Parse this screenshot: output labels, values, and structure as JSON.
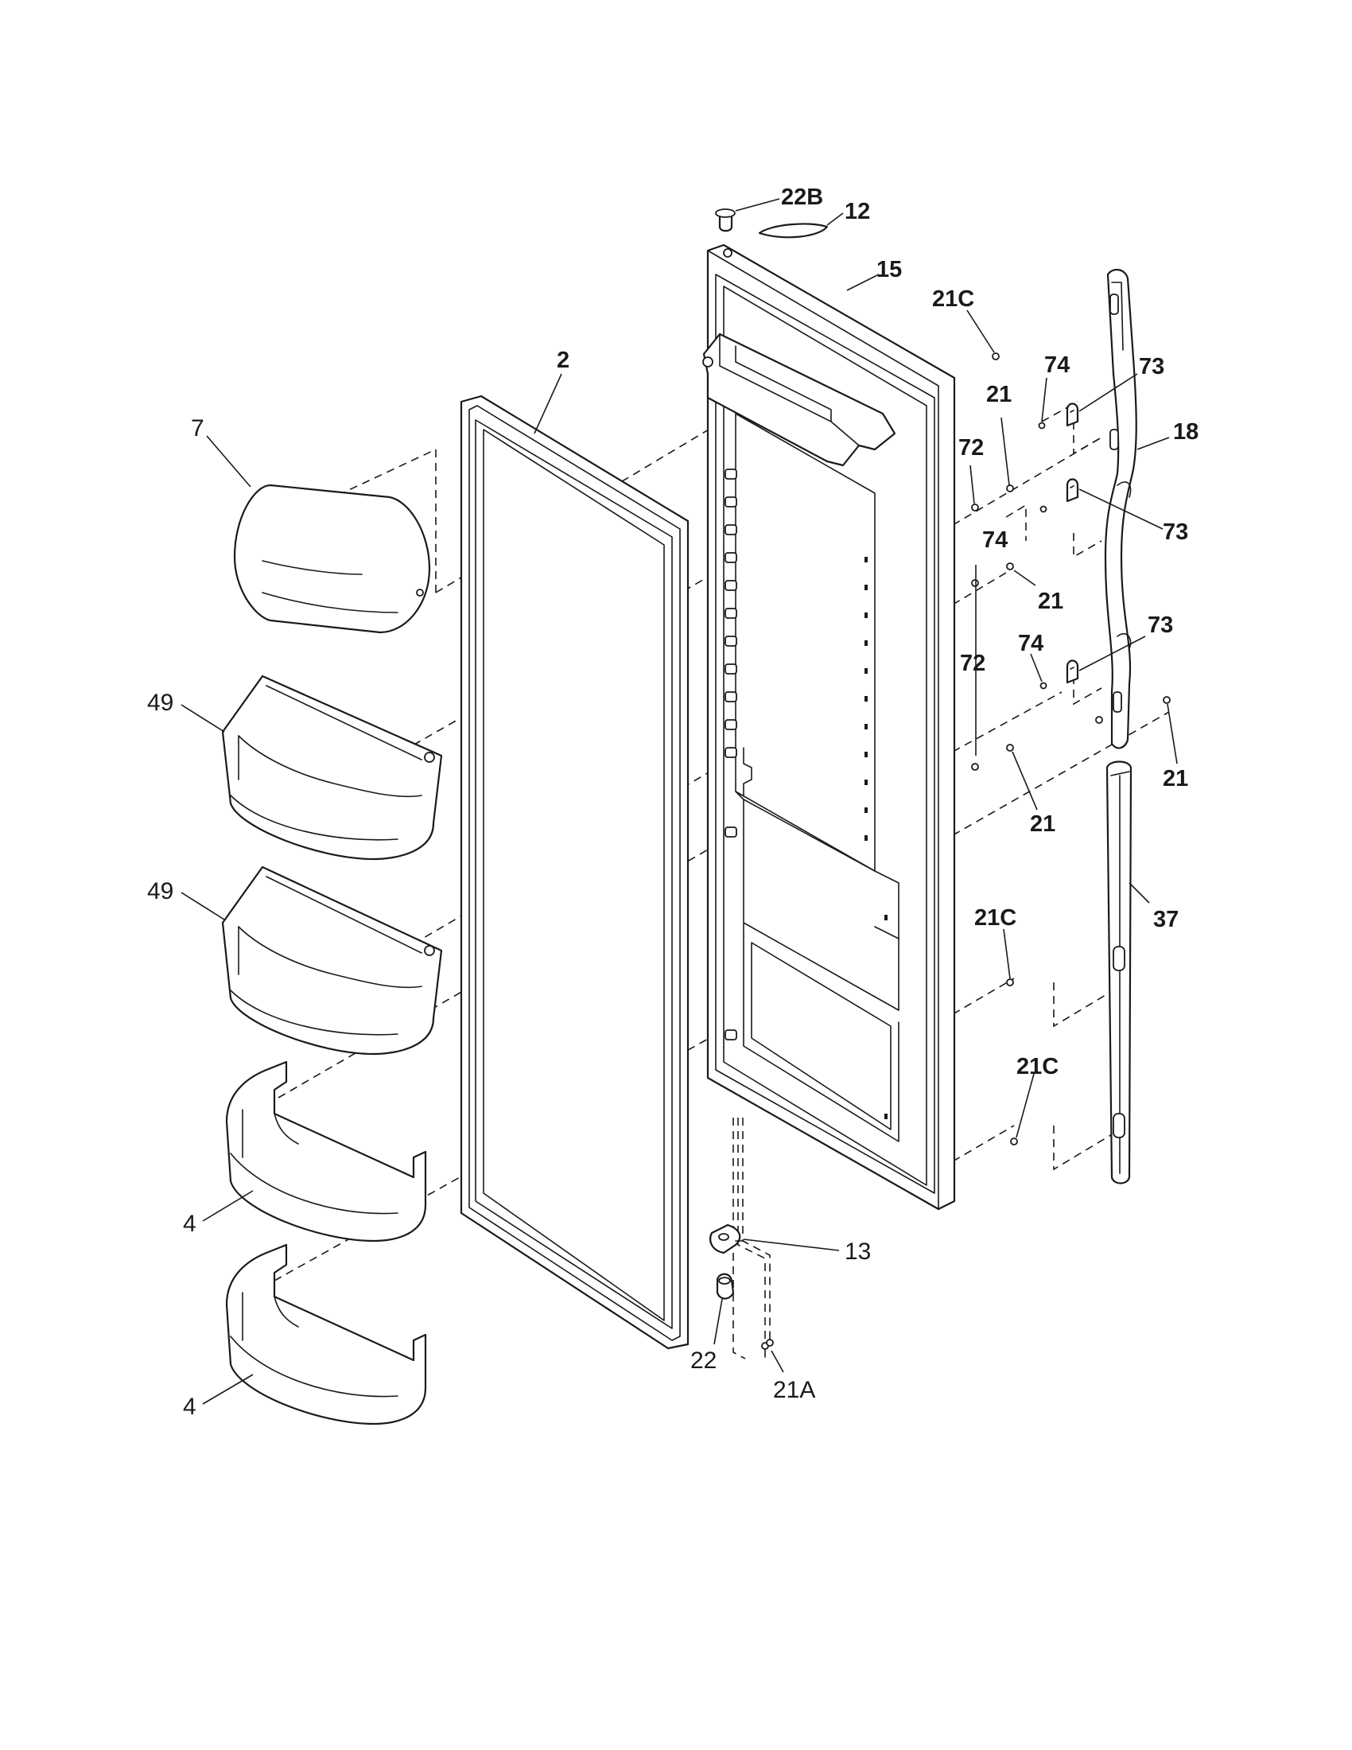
{
  "labels": {
    "l7": "7",
    "l2": "2",
    "l49a": "49",
    "l49b": "49",
    "l4a": "4",
    "l4b": "4",
    "l22B": "22B",
    "l12": "12",
    "l15": "15",
    "l21C_top": "21C",
    "l74_a": "74",
    "l73_a": "73",
    "l21_a": "21",
    "l18": "18",
    "l72_a": "72",
    "l74_b": "74",
    "l73_b": "73",
    "l21_b": "21",
    "l72_b": "72",
    "l74_c": "74",
    "l73_c": "73",
    "l21_c": "21",
    "l21_d": "21",
    "l21C_mid": "21C",
    "l37": "37",
    "l21C_bot": "21C",
    "l13": "13",
    "l22": "22",
    "l21A": "21A"
  }
}
